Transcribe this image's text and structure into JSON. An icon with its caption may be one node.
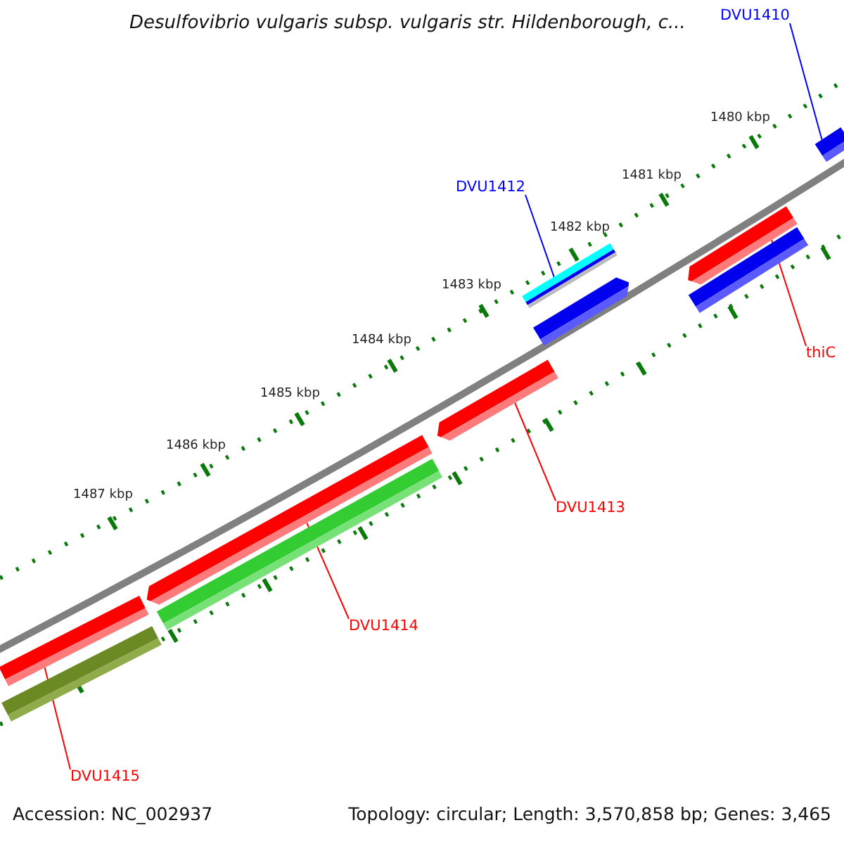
{
  "diagram": {
    "title": "Desulfovibrio vulgaris subsp. vulgaris str. Hildenborough, c...",
    "nodes": [
      {
        "text": [
          "DVU1410"
        ]
      },
      {
        "text": [
          "DVU1412"
        ]
      },
      {
        "text": [
          "thiC"
        ]
      },
      {
        "text": [
          "DVU1413"
        ]
      },
      {
        "text": [
          "DVU1414"
        ]
      },
      {
        "text": [
          "DVU1415"
        ]
      },
      {
        "text": [],
        "shape": "bar"
      },
      {
        "text": [],
        "shape": "bar"
      },
      {
        "text": [],
        "shape": "bar"
      },
      {
        "text": [],
        "shape": "bar"
      },
      {
        "text": [],
        "shape": "bar"
      },
      {
        "text": [],
        "shape": "bar"
      },
      {
        "text": [],
        "shape": "bar"
      },
      {
        "text": [],
        "shape": "bar"
      },
      {
        "text": [],
        "shape": "bar"
      },
      {
        "text": [],
        "shape": "bar"
      }
    ],
    "edges": [
      {
        "from": 0,
        "to": 15,
        "arrow": "none",
        "color": "#0000ff"
      },
      {
        "from": 1,
        "to": 11,
        "arrow": "none",
        "color": "#0000ff"
      },
      {
        "from": 2,
        "to": 13,
        "arrow": "none"
      },
      {
        "from": 3,
        "to": 10,
        "arrow": "none"
      },
      {
        "from": 4,
        "to": 8,
        "arrow": "none"
      },
      {
        "from": 5,
        "to": 6,
        "arrow": "none"
      }
    ],
    "labels": [
      "1480 kbp",
      "1481 kbp",
      "1482 kbp",
      "1483 kbp",
      "1484 kbp",
      "1485 kbp",
      "1486 kbp",
      "1487 kbp",
      "Accession: NC_002937",
      "Topology: circular; Length: 3,570,858 bp; Genes: 3,465"
    ]
  }
}
